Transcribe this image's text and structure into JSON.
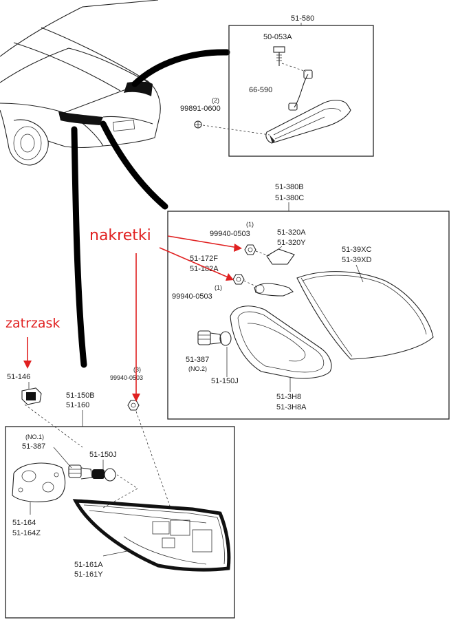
{
  "annotations": {
    "nuts_label": "nakretki",
    "latch_label": "zatrzask"
  },
  "upper_box": {
    "parts": {
      "assembly": "51-580",
      "bolt": "50-053A",
      "wire": "66-590",
      "clip_qty": "(2)",
      "clip": "99891-0600"
    }
  },
  "middle_box": {
    "parts": {
      "assembly_1": "51-380B",
      "assembly_2": "51-380C",
      "nut_top_qty": "(1)",
      "nut_top": "99940-0503",
      "bracket_1": "51-320A",
      "bracket_2": "51-320Y",
      "lens_1": "51-39XC",
      "lens_2": "51-39XD",
      "socket_1": "51-172F",
      "socket_2": "51-182A",
      "nut_bottom_qty": "(1)",
      "nut_bottom": "99940-0503",
      "bulb": "51-387",
      "bulb_no": "(NO.2)",
      "bulb_b": "51-150J",
      "gasket_1": "51-3H8",
      "gasket_2": "51-3H8A"
    }
  },
  "lower_area": {
    "parts": {
      "latch": "51-146",
      "lamp_1": "51-150B",
      "lamp_2": "51-160",
      "nut_qty": "(3)",
      "nut": "99940-0503",
      "bulb_no": "(NO.1)",
      "bulb": "51-387",
      "bulb_b": "51-150J",
      "cover_1": "51-164",
      "cover_2": "51-164Z",
      "lens_1": "51-161A",
      "lens_2": "51-161Y"
    }
  }
}
